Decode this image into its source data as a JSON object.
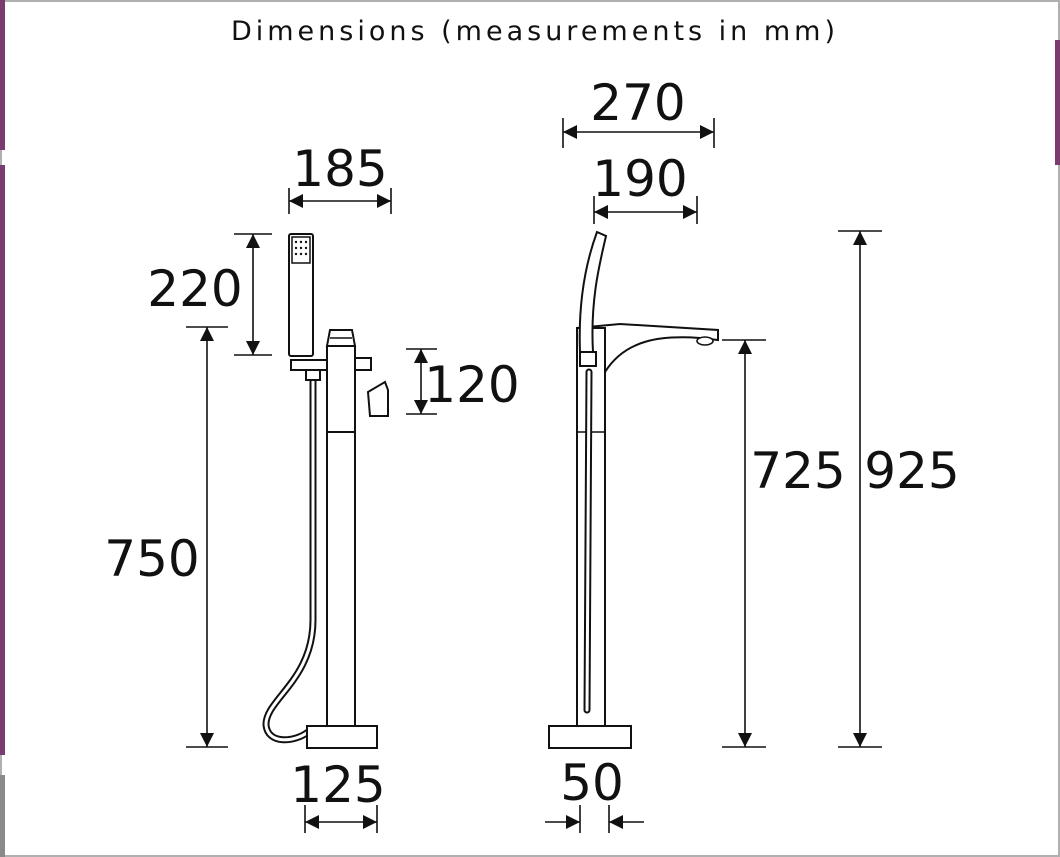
{
  "title": "Dimensions (measurements in mm)",
  "dimensions": {
    "front_width_top": "185",
    "front_handset_height": "220",
    "front_total_height": "750",
    "front_lever_height": "120",
    "front_base_width": "125",
    "side_spout_width": "270",
    "side_handset_width": "190",
    "side_spout_height": "725",
    "side_total_height": "925",
    "side_base_width": "50"
  },
  "colors": {
    "line": "#111111",
    "frame_border": "#b0b0b0",
    "side_strip": "#7a3b6e"
  }
}
